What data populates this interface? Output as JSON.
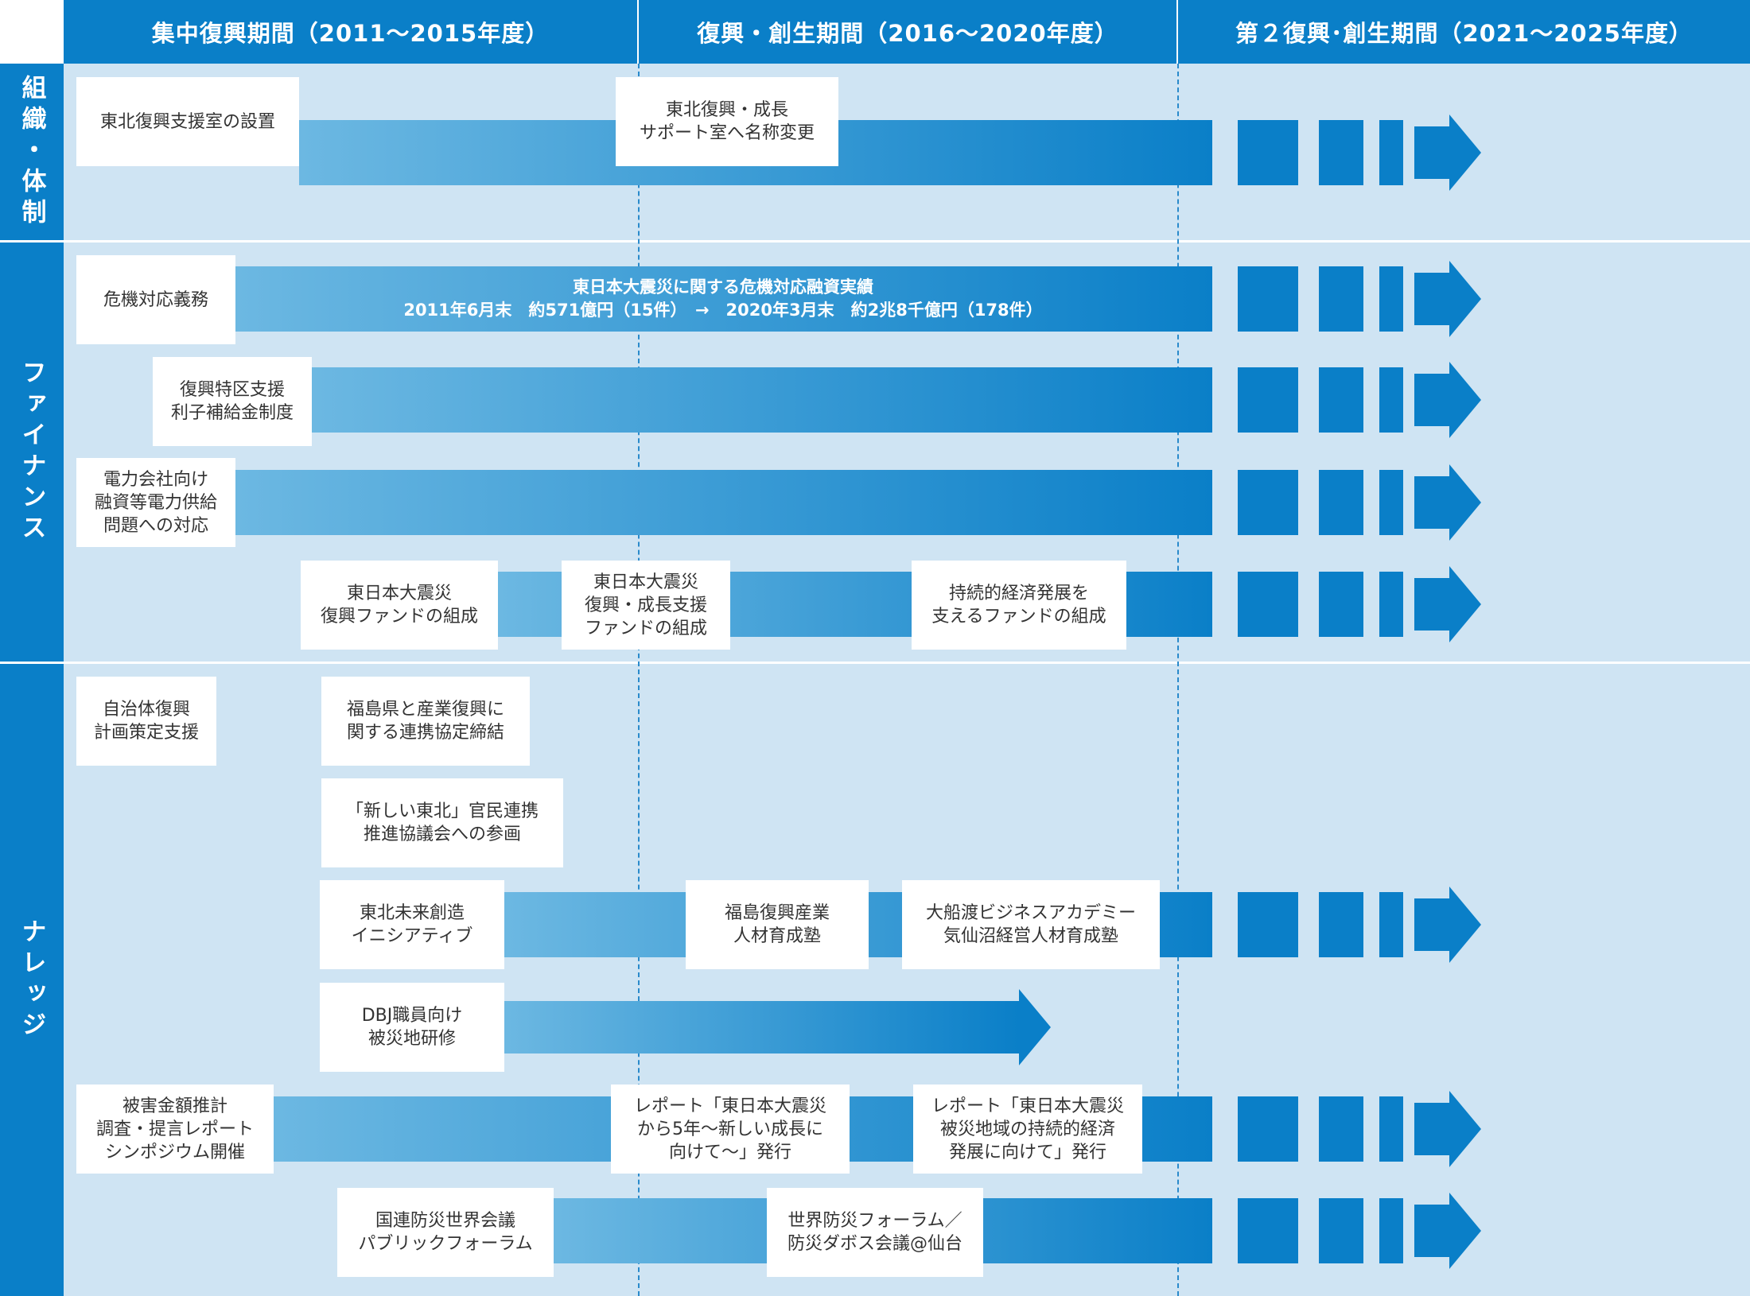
{
  "periods": [
    {
      "label": "集中復興期間（2011〜2015年度）"
    },
    {
      "label": "復興・創生期間（2016〜2020年度）"
    },
    {
      "label": "第２復興･創生期間（2021〜2025年度）"
    }
  ],
  "sections": [
    {
      "label": "組織・体制"
    },
    {
      "label": "ファイナンス"
    },
    {
      "label": "ナレッジ"
    }
  ],
  "rows": [
    {
      "boxes": [
        "東北復興支援室の設置",
        "東北復興・成長\nサポート室へ名称変更"
      ],
      "continues": true
    },
    {
      "boxes": [
        "危機対応義務"
      ],
      "continues": true
    },
    {
      "boxes": [
        "復興特区支援\n利子補給金制度"
      ],
      "continues": true
    },
    {
      "boxes": [
        "電力会社向け\n融資等電力供給\n問題への対応"
      ],
      "continues": true
    },
    {
      "boxes": [
        "東日本大震災\n復興ファンドの組成",
        "東日本大震災\n復興・成長支援\nファンドの組成",
        "持続的経済発展を\n支えるファンドの組成"
      ],
      "continues": true
    },
    {
      "boxes": [
        "自治体復興\n計画策定支援"
      ],
      "continues": false
    },
    {
      "boxes": [
        "福島県と産業復興に\n関する連携協定締結"
      ],
      "continues": false
    },
    {
      "boxes": [
        "「新しい東北」官民連携\n推進協議会への参画"
      ],
      "continues": false
    },
    {
      "boxes": [
        "東北未来創造\nイニシアティブ",
        "福島復興産業\n人材育成塾",
        "大船渡ビジネスアカデミー\n気仙沼経営人材育成塾"
      ],
      "continues": true
    },
    {
      "boxes": [
        "DBJ職員向け\n被災地研修"
      ],
      "continues": false
    },
    {
      "boxes": [
        "被害金額推計\n調査・提言レポート\nシンポジウム開催",
        "レポート「東日本大震災\nから5年〜新しい成長に\n向けて〜」発行",
        "レポート「東日本大震災\n被災地域の持続的経済\n発展に向けて」発行"
      ],
      "continues": true
    },
    {
      "boxes": [
        "国連防災世界会議\nパブリックフォーラム",
        "世界防災フォーラム／\n防災ダボス会議@仙台"
      ],
      "continues": true
    }
  ],
  "finance_note": {
    "title": "東日本大震災に関する危機対応融資実績",
    "detail": "2011年6月末　約571億円（15件）　→　2020年3月末　約2兆8千億円（178件）"
  },
  "colors": {
    "accent": "#0a7fc8",
    "band": "#cfe4f3",
    "bar_light": "#6cb8e2"
  }
}
